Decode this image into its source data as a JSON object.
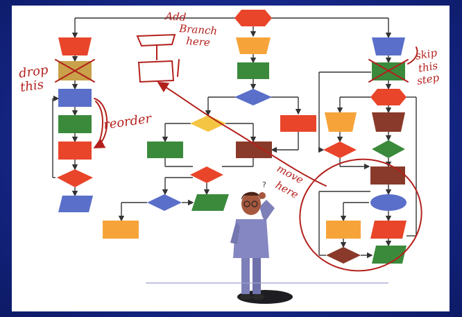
{
  "annotations": {
    "add_branch": [
      "Add",
      "Branch",
      "here"
    ],
    "drop_this": [
      "drop",
      "this"
    ],
    "reorder": "reorder",
    "skip_this_step": [
      "skip",
      "this",
      "step"
    ],
    "move_here": [
      "move",
      "here"
    ]
  },
  "colors": {
    "background": "#16288a",
    "red": "#e8452b",
    "orange": "#f6a43a",
    "green": "#3b8a3c",
    "blue": "#5a6fc9",
    "yellow": "#f4c542",
    "brown": "#8a3a2a",
    "annotation_ink": "#b3201c",
    "line": "#333333"
  }
}
